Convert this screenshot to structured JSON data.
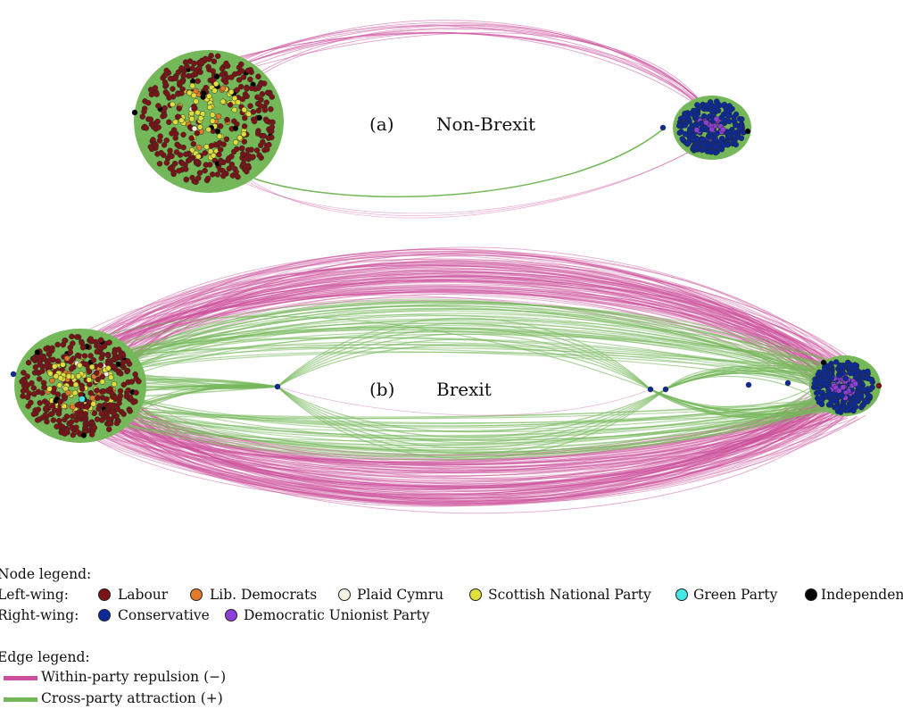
{
  "panels": [
    {
      "letter": "(a)",
      "title": "Non-Brexit"
    },
    {
      "letter": "(b)",
      "title": "Brexit"
    }
  ],
  "colors": {
    "labour": "#7b1416",
    "libdem": "#e07b2a",
    "plaid": "#f4f4e0",
    "snp": "#dede3c",
    "green_party": "#44e6e6",
    "independent": "#000000",
    "conservative": "#0c2a9a",
    "dup": "#8d3fd8",
    "repulsion_edge": "#cc4f9c",
    "attraction_edge": "#74b85a"
  },
  "legend": {
    "node_title": "Node legend:",
    "left_wing_label": "Left-wing:",
    "right_wing_label": "Right-wing:",
    "left_wing": [
      {
        "name": "Labour",
        "color": "#7b1416"
      },
      {
        "name": "Lib. Democrats",
        "color": "#e07b2a"
      },
      {
        "name": "Plaid Cymru",
        "color": "#f4f4e0"
      },
      {
        "name": "Scottish National Party",
        "color": "#dede3c"
      },
      {
        "name": "Green Party",
        "color": "#44e6e6"
      },
      {
        "name": "Independent",
        "color": "#000000"
      }
    ],
    "right_wing": [
      {
        "name": "Conservative",
        "color": "#0c2a9a"
      },
      {
        "name": "Democratic Unionist Party",
        "color": "#8d3fd8"
      }
    ],
    "edge_title": "Edge legend:",
    "edges": [
      {
        "name": "Within-party repulsion (−)",
        "color": "#cc4f9c"
      },
      {
        "name": "Cross-party attraction (+)",
        "color": "#74b85a"
      }
    ]
  }
}
